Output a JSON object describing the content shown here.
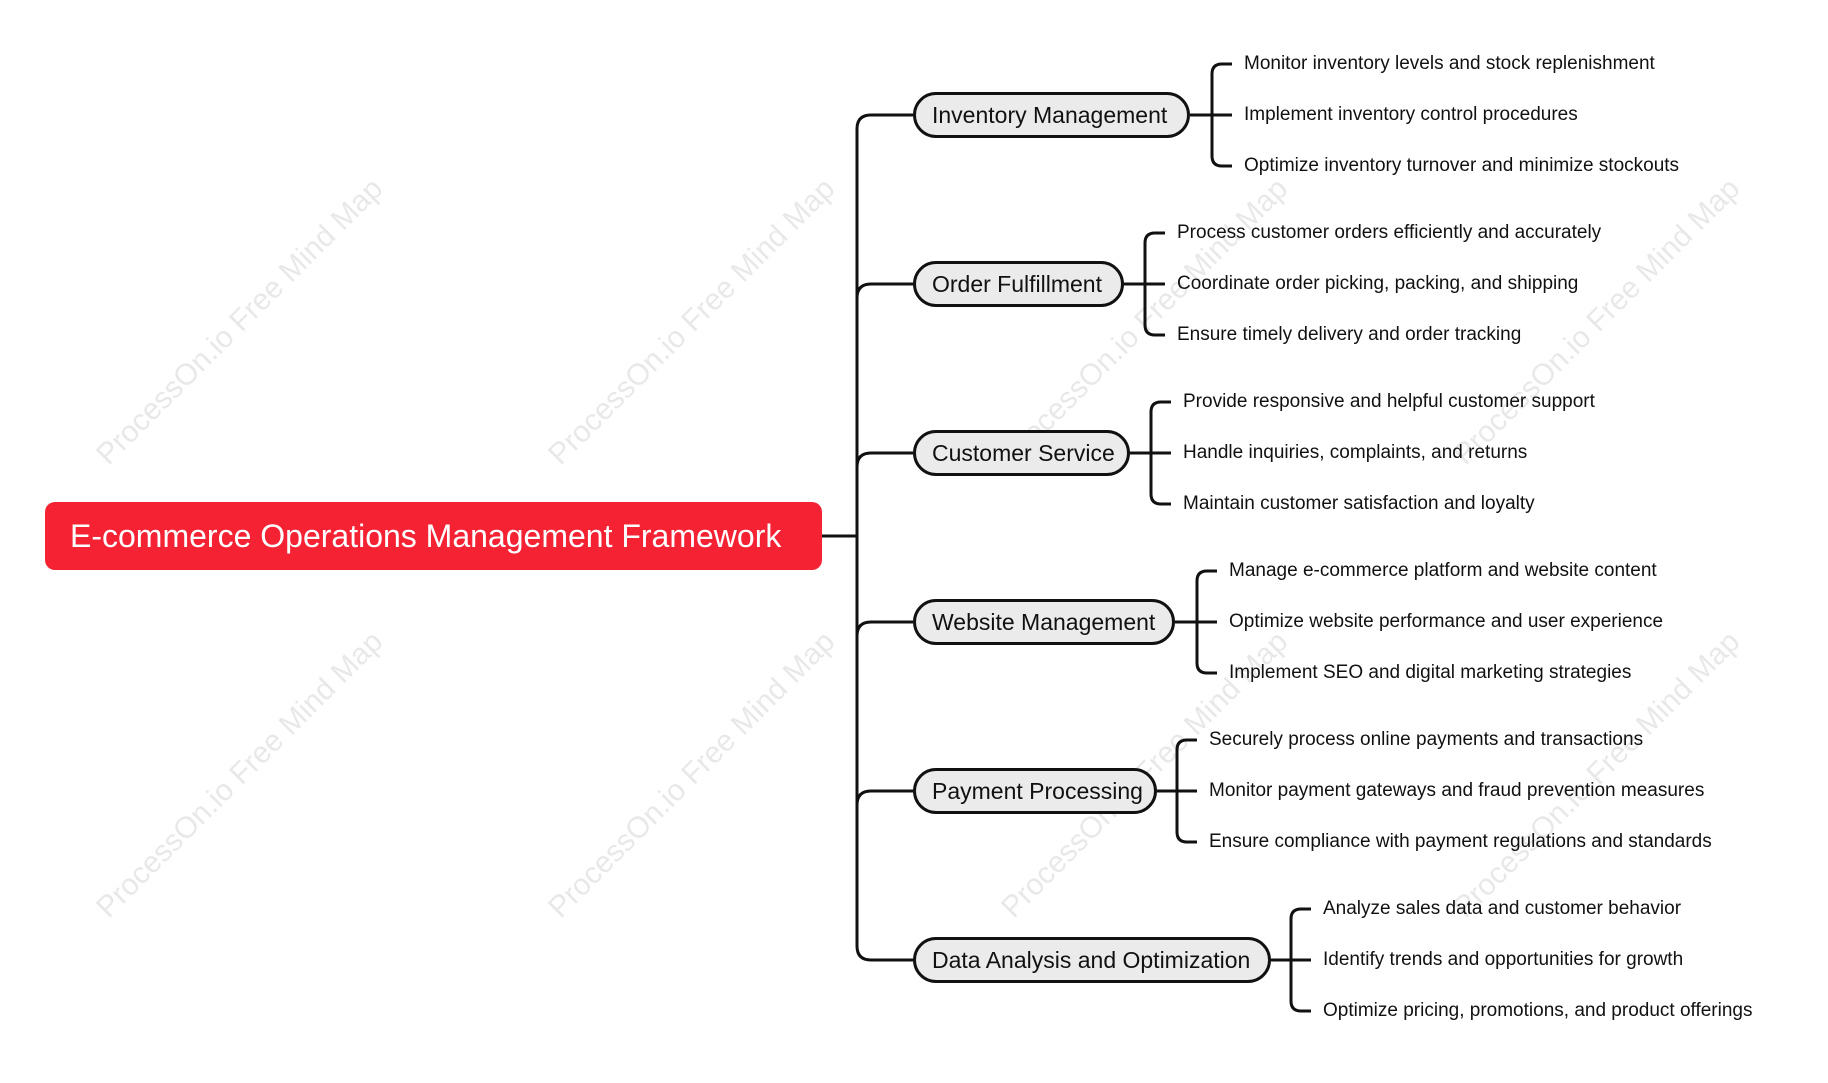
{
  "watermark": "ProcessOn.io Free Mind Map",
  "colors": {
    "root_fill": "#f52233",
    "branch_fill": "#ebebeb",
    "line": "#111111"
  },
  "root": {
    "label": "E-commerce Operations Management Framework"
  },
  "branches": [
    {
      "label": "Inventory Management",
      "items": [
        "Monitor inventory levels and stock replenishment",
        "Implement inventory control procedures",
        "Optimize inventory turnover and minimize stockouts"
      ]
    },
    {
      "label": "Order Fulfillment",
      "items": [
        "Process customer orders efficiently and accurately",
        "Coordinate order picking, packing, and shipping",
        "Ensure timely delivery and order tracking"
      ]
    },
    {
      "label": "Customer Service",
      "items": [
        "Provide responsive and helpful customer support",
        "Handle inquiries, complaints, and returns",
        "Maintain customer satisfaction and loyalty"
      ]
    },
    {
      "label": "Website Management",
      "items": [
        "Manage e-commerce platform and website content",
        "Optimize website performance and user experience",
        "Implement SEO and digital marketing strategies"
      ]
    },
    {
      "label": "Payment Processing",
      "items": [
        "Securely process online payments and transactions",
        "Monitor payment gateways and fraud prevention measures",
        "Ensure compliance with payment regulations and standards"
      ]
    },
    {
      "label": "Data Analysis and Optimization",
      "items": [
        "Analyze sales data and customer behavior",
        "Identify trends and opportunities for growth",
        "Optimize pricing, promotions, and product offerings"
      ]
    }
  ]
}
